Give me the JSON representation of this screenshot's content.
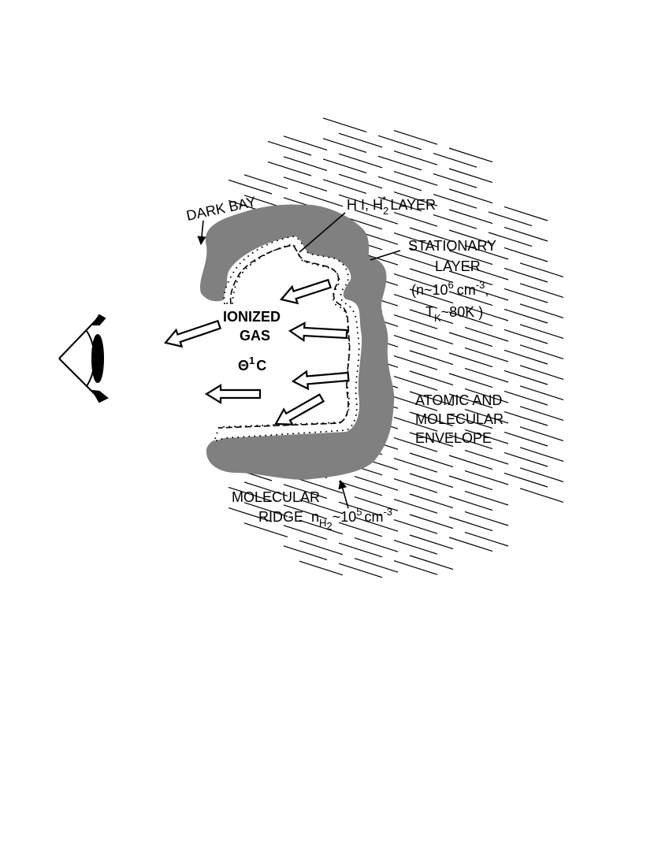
{
  "labels": {
    "dark_bay": "DARK BAY",
    "hi_layer": {
      "main": "H I, H",
      "sub": "2",
      "star": "*",
      "rest": " LAYER"
    },
    "stationary_1": "STATIONARY",
    "stationary_2": "LAYER",
    "density": {
      "open": "(n~10",
      "exp": "6",
      "unit": "cm",
      "uexp": "-3",
      "close": ","
    },
    "temp": {
      "t": "T",
      "sub": "K",
      "rest": "~80K )"
    },
    "ionized_1": "IONIZED",
    "ionized_2": "GAS",
    "star_name": {
      "theta": "Θ",
      "sup": "1",
      "c": "C"
    },
    "envelope_1": "ATOMIC AND",
    "envelope_2": "MOLECULAR",
    "envelope_3": "ENVELOPE",
    "molecular": "MOLECULAR",
    "ridge": {
      "word": "RIDGE",
      "n": "n",
      "sub1": "H",
      "sub2": "2",
      "rest": "~10",
      "exp": "5",
      "unit": "cm",
      "uexp": "-3"
    }
  },
  "colors": {
    "ridge_fill": "#808080",
    "ink": "#000000",
    "background": "#ffffff"
  },
  "icons": [
    "eye-icon",
    "hollow-arrow-icon"
  ]
}
